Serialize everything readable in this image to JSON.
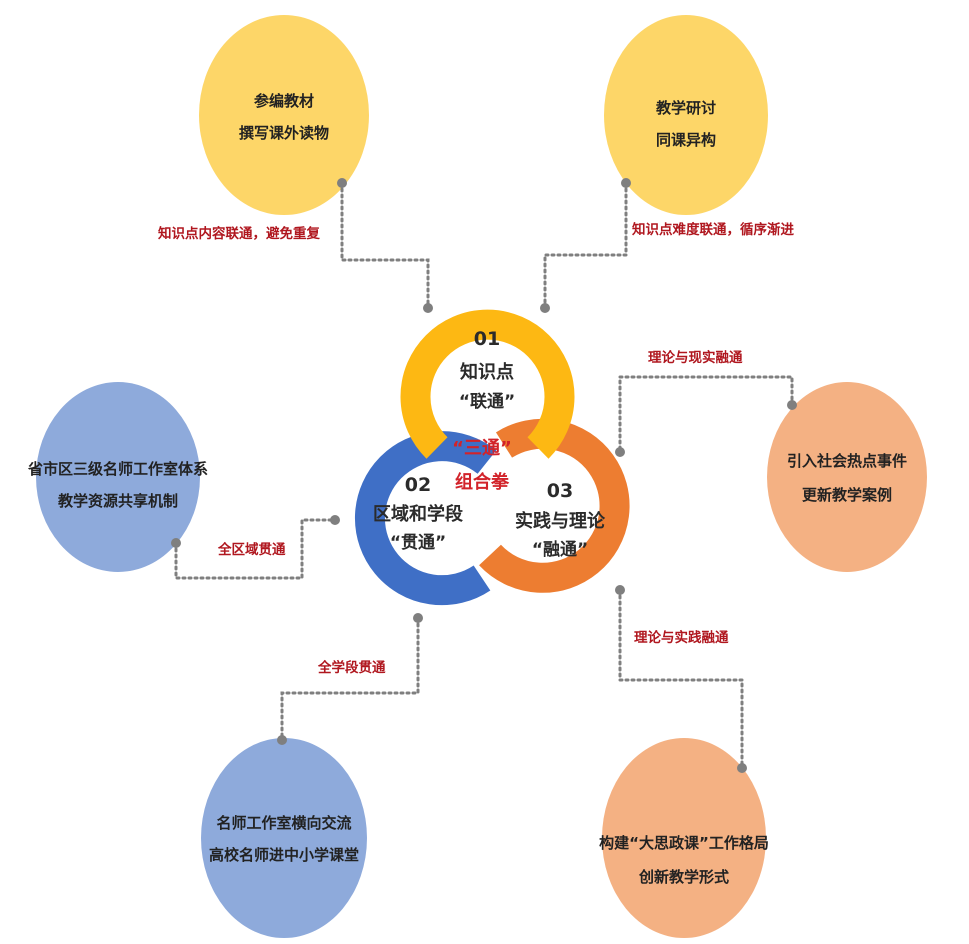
{
  "colors": {
    "yellow_ring": "#fdb813",
    "blue_ring": "#3f6fc6",
    "orange_ring": "#ed7d31",
    "yellow_bubble": "#fdd668",
    "blue_bubble": "#8eaadb",
    "orange_bubble": "#f4b183",
    "connector": "#7f7f7f",
    "label_red": "#b0171f",
    "center_red": "#d2232a"
  },
  "center": {
    "line1": "“三通”",
    "line2": "组合拳"
  },
  "rings": {
    "knowledge": {
      "number": "01",
      "title": "知识点",
      "subtitle": "“联通”"
    },
    "region": {
      "number": "02",
      "title": "区域和学段",
      "subtitle": "“贯通”"
    },
    "practice": {
      "number": "03",
      "title": "实践与理论",
      "subtitle": "“融通”"
    }
  },
  "bubbles": {
    "top_left": {
      "line1": "参编教材",
      "line2": "撰写课外读物"
    },
    "top_right": {
      "line1": "教学研讨",
      "line2": "同课异构"
    },
    "mid_left": {
      "line1": "省市区三级名师工作室体系",
      "line2": "教学资源共享机制"
    },
    "mid_right": {
      "line1": "引入社会热点事件",
      "line2": "更新教学案例"
    },
    "bottom_left": {
      "line1": "名师工作室横向交流",
      "line2": "高校名师进中小学课堂"
    },
    "bottom_right": {
      "line1": "构建“大思政课”工作格局",
      "line2": "创新教学形式"
    }
  },
  "connector_labels": {
    "top_left": "知识点内容联通，避免重复",
    "top_right": "知识点难度联通，循序渐进",
    "mid_left": "全区域贯通",
    "mid_right": "理论与现实融通",
    "bottom_left": "全学段贯通",
    "bottom_right": "理论与实践融通"
  }
}
